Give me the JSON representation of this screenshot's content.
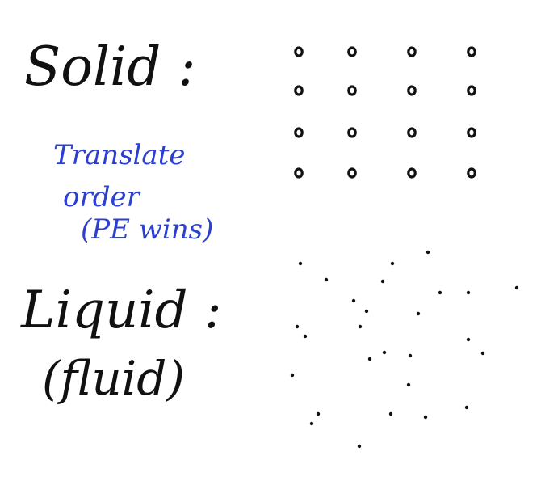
{
  "notes": {
    "solid_label": "Solid :",
    "annotation_lines": [
      "Translate",
      "order",
      "(PE wins)"
    ],
    "liquid_label": "Liquid :",
    "fluid_label": "(fluid)"
  },
  "colors": {
    "ink": "#111111",
    "annotation": "#2b3fd0",
    "background": "#ffffff"
  }
}
